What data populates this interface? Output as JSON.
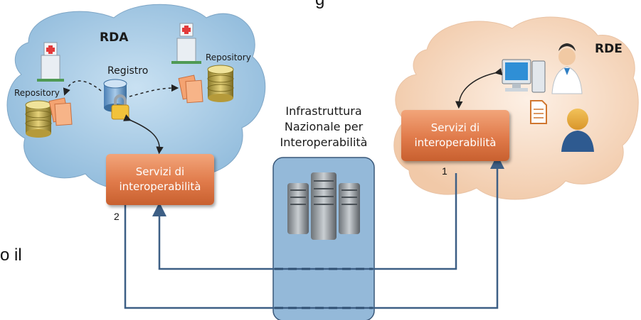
{
  "clouds": {
    "left_label": "RDA",
    "right_label": "RDE"
  },
  "rda": {
    "registry_label": "Registro",
    "repository_left_label": "Repository",
    "repository_right_label": "Repository"
  },
  "center": {
    "line1": "Infrastruttura",
    "line2": "Nazionale per",
    "line3": "Interoperabilità"
  },
  "services_left": {
    "line1": "Servizi di",
    "line2": "interoperabilità",
    "number": "2"
  },
  "services_right": {
    "line1": "Servizi di",
    "line2": "interoperabilità",
    "number": "1"
  },
  "edge_fragments": {
    "top": "g",
    "left": "o il"
  },
  "colors": {
    "left_cloud": "#a9cde6",
    "right_cloud": "#f6dcc6",
    "infrastructure_panel": "#8fb6d8",
    "connector": "#3d5f85",
    "service_box": "#e07a4a"
  }
}
